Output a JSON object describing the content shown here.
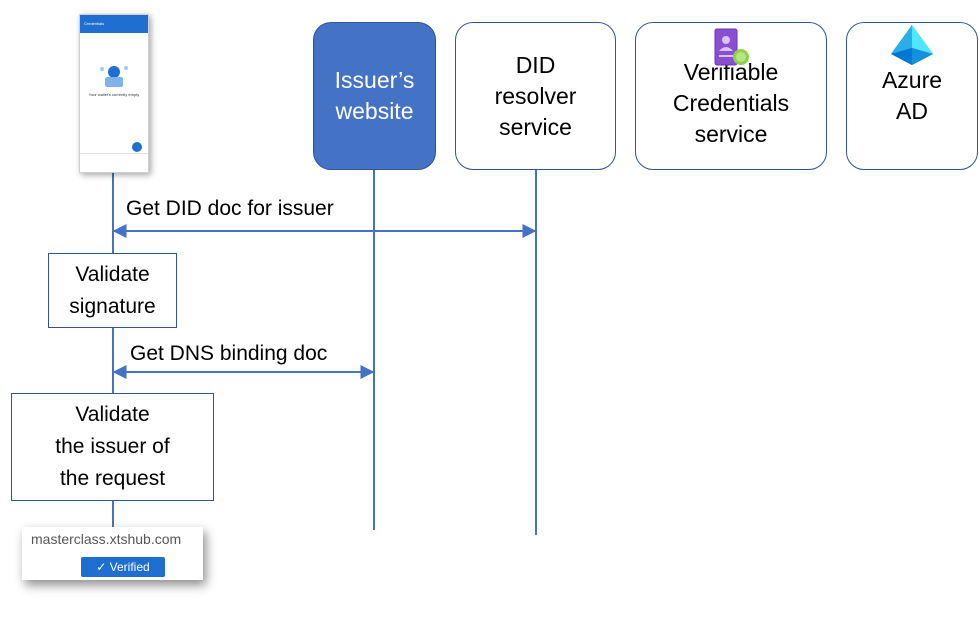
{
  "actors": [
    {
      "id": "issuer-website",
      "label": "Issuer’s\nwebsite",
      "filled": true
    },
    {
      "id": "did-resolver",
      "label": "DID\nresolver\nservice",
      "filled": false
    },
    {
      "id": "vc-service",
      "label": "Verifiable\nCredentials\nservice",
      "filled": false
    },
    {
      "id": "azure-ad",
      "label": "Azure\nAD",
      "filled": false
    }
  ],
  "messages": [
    {
      "label": "Get DID doc for issuer"
    },
    {
      "label": "Get DNS binding doc"
    }
  ],
  "notes": [
    {
      "label": "Validate\nsignature"
    },
    {
      "label": "Validate\nthe issuer of\nthe request"
    }
  ],
  "phone": {
    "title": "Credentials",
    "empty_text": "Your wallet's currently empty"
  },
  "verified_card": {
    "domain": "masterclass.xtshub.com",
    "badge": "✓ Verified"
  },
  "colors": {
    "accent": "#4472c4",
    "border": "#2f5597",
    "badge": "#1f6fd1"
  }
}
